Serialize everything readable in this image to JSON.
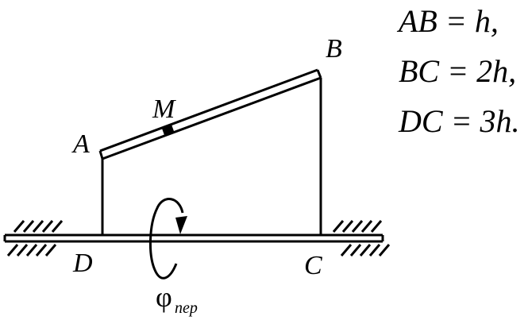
{
  "diagram": {
    "points": {
      "A": "A",
      "B": "B",
      "C": "C",
      "D": "D",
      "M": "M"
    },
    "given": [
      "AB = h,",
      "BC = 2h,",
      "DC = 3h."
    ],
    "rotation": {
      "symbol": "φ",
      "subscript": "пер"
    }
  }
}
